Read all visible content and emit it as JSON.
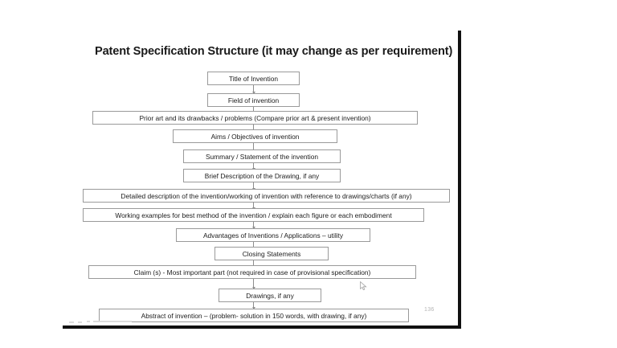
{
  "slide": {
    "title": "Patent Specification Structure (it may change as per requirement)",
    "page_number": "136",
    "background_color": "#ffffff",
    "frame_rule_color": "#111111",
    "node_border_color": "#9a9a9a",
    "node_text_color": "#1c1c1c",
    "connector_color": "#8d8d8d"
  },
  "flow": {
    "nodes": [
      {
        "label": "Title of Invention"
      },
      {
        "label": "Field of invention"
      },
      {
        "label": "Prior art and its drawbacks / problems  (Compare prior art & present invention)"
      },
      {
        "label": "Aims / Objectives of invention"
      },
      {
        "label": "Summary / Statement of the invention"
      },
      {
        "label": "Brief Description of the Drawing, if any"
      },
      {
        "label": "Detailed description of the invention/working of invention with reference to drawings/charts (if any)"
      },
      {
        "label": "Working examples for best method of the invention / explain each figure or each embodiment"
      },
      {
        "label": "Advantages of Inventions / Applications – utility"
      },
      {
        "label": "Closing Statements"
      },
      {
        "label": "Claim (s)  - Most important part (not required in case of provisional specification)"
      },
      {
        "label": "Drawings, if any"
      },
      {
        "label": "Abstract of invention – (problem- solution in 150 words, with drawing, if any)"
      }
    ]
  }
}
